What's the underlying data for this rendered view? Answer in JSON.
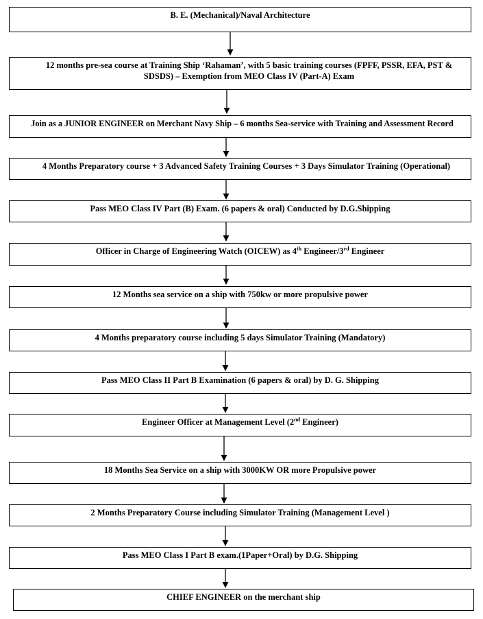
{
  "steps": [
    {
      "text": "B. E. (Mechanical)/Naval Architecture"
    },
    {
      "text": "12 months pre-sea course at Training Ship ‘Rahaman’, with 5 basic training courses (FPFF, PSSR, EFA, PST & SDSDS) – Exemption from MEO Class IV (Part-A) Exam"
    },
    {
      "text": "Join as a JUNIOR ENGINEER on Merchant Navy Ship – 6 months Sea-service with Training and Assessment Record"
    },
    {
      "text": "4 Months Preparatory course + 3 Advanced Safety Training Courses + 3 Days Simulator Training (Operational)"
    },
    {
      "text": "Pass MEO Class IV Part (B) Exam. (6 papers & oral) Conducted by D.G.Shipping"
    },
    {
      "pre": "Officer in Charge of Engineering Watch (OICEW) as 4",
      "sup1": "th",
      "mid": " Engineer/3",
      "sup2": "rd",
      "post": " Engineer"
    },
    {
      "text": "12 Months sea service on a ship with 750kw or more propulsive power"
    },
    {
      "text": "4  Months preparatory course including 5 days Simulator Training (Mandatory)"
    },
    {
      "text": "Pass MEO Class II Part B Examination (6 papers & oral) by D. G. Shipping"
    },
    {
      "pre": "Engineer Officer at Management Level (2",
      "sup1": "nd",
      "post": " Engineer)"
    },
    {
      "text": "18 Months Sea Service on a ship with 3000KW OR more Propulsive power"
    },
    {
      "text": "2 Months Preparatory Course including Simulator Training (Management Level )"
    },
    {
      "text": "Pass MEO Class I Part B exam.(1Paper+Oral) by D.G. Shipping"
    },
    {
      "text": "CHIEF ENGINEER on the merchant ship"
    }
  ]
}
